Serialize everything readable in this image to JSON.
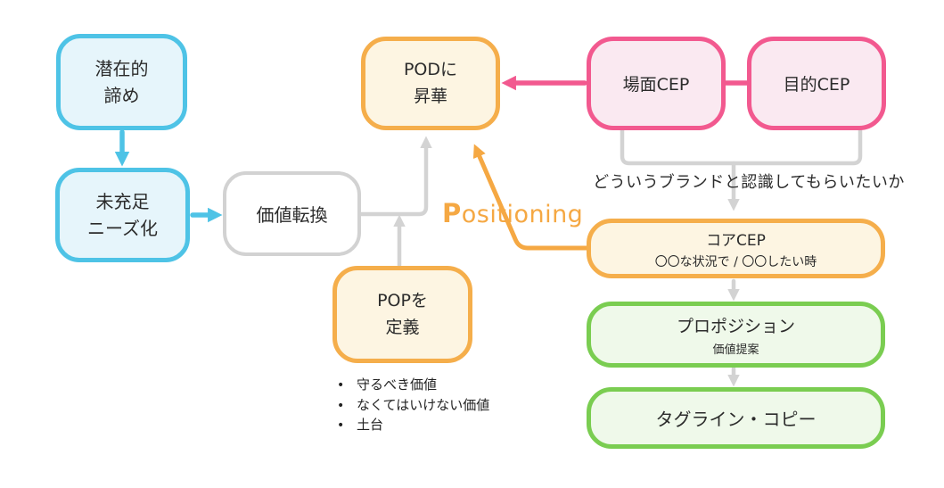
{
  "colors": {
    "cyan_border": "#4EC3E6",
    "cyan_fill": "#E6F5FB",
    "gray_border": "#D2D2D2",
    "gray_fill": "#FFFFFF",
    "orange_border": "#F5AE4B",
    "orange_fill": "#FDF5E2",
    "pink_border": "#F2598F",
    "pink_fill": "#FAE9F1",
    "green_border": "#7ACD51",
    "green_fill": "#EFF9EA",
    "connector_gray": "#D3D3D3",
    "positioning_orange": "#F5A843",
    "text": "#2B2B2B"
  },
  "boxes": {
    "latent_giveup": {
      "line1": "潜在的",
      "line2": "諦め"
    },
    "unmet_needs": {
      "line1": "未充足",
      "line2": "ニーズ化"
    },
    "value_conversion": {
      "line1": "価値転換"
    },
    "pop_define": {
      "line1": "POPを",
      "line2": "定義"
    },
    "pod_sublimation": {
      "line1": "PODに",
      "line2": "昇華"
    },
    "scene_cep": {
      "line1": "場面CEP"
    },
    "purpose_cep": {
      "line1": "目的CEP"
    },
    "core_cep": {
      "title": "コアCEP",
      "subtitle": "〇〇な状況で / 〇〇したい時"
    },
    "proposition": {
      "title": "プロポジション",
      "subtitle": "価値提案"
    },
    "tagline_copy": {
      "title": "タグライン・コピー"
    }
  },
  "labels": {
    "brand_question": "どういうブランドと認識してもらいたいか",
    "positioning_initial": "P",
    "positioning_rest": "ositioning"
  },
  "bullets": [
    "守るべき価値",
    "なくてはいけない価値",
    "土台"
  ]
}
